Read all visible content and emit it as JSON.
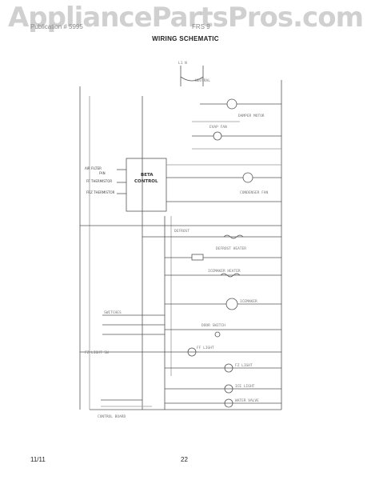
{
  "watermark": "AppliancePartsPros.com",
  "header": {
    "left": "Publication # 5995",
    "right": "FRS 9"
  },
  "title": "WIRING SCHEMATIC",
  "labels": {
    "control_line1": "BETA",
    "control_line2": "CONTROL",
    "air_filter": "AIR FILTER",
    "fan": "FAN",
    "ff_thermistor": "FF THERMISTOR",
    "fz_thermistor": "FRZ THERMISTOR"
  },
  "footer": {
    "date": "11/11",
    "page": "22"
  }
}
